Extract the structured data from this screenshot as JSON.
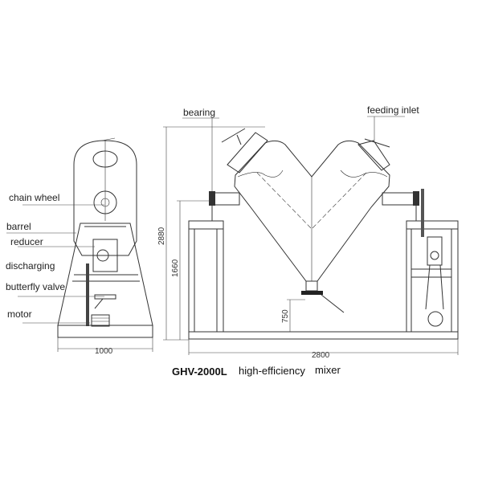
{
  "labels": {
    "chain_wheel": "chain wheel",
    "barrel": "barrel",
    "reducer": "reducer",
    "discharging": "discharging",
    "butterfly_valve": "butterfly valve",
    "motor": "motor",
    "bearing": "bearing",
    "feeding_inlet": "feeding inlet"
  },
  "dimensions": {
    "side_width": "1000",
    "front_width": "2800",
    "total_height": "2880",
    "axis_height": "1660",
    "outlet_height": "750"
  },
  "caption": {
    "model": "GHV-2000L",
    "description": "high-efficiency",
    "type": "mixer"
  }
}
